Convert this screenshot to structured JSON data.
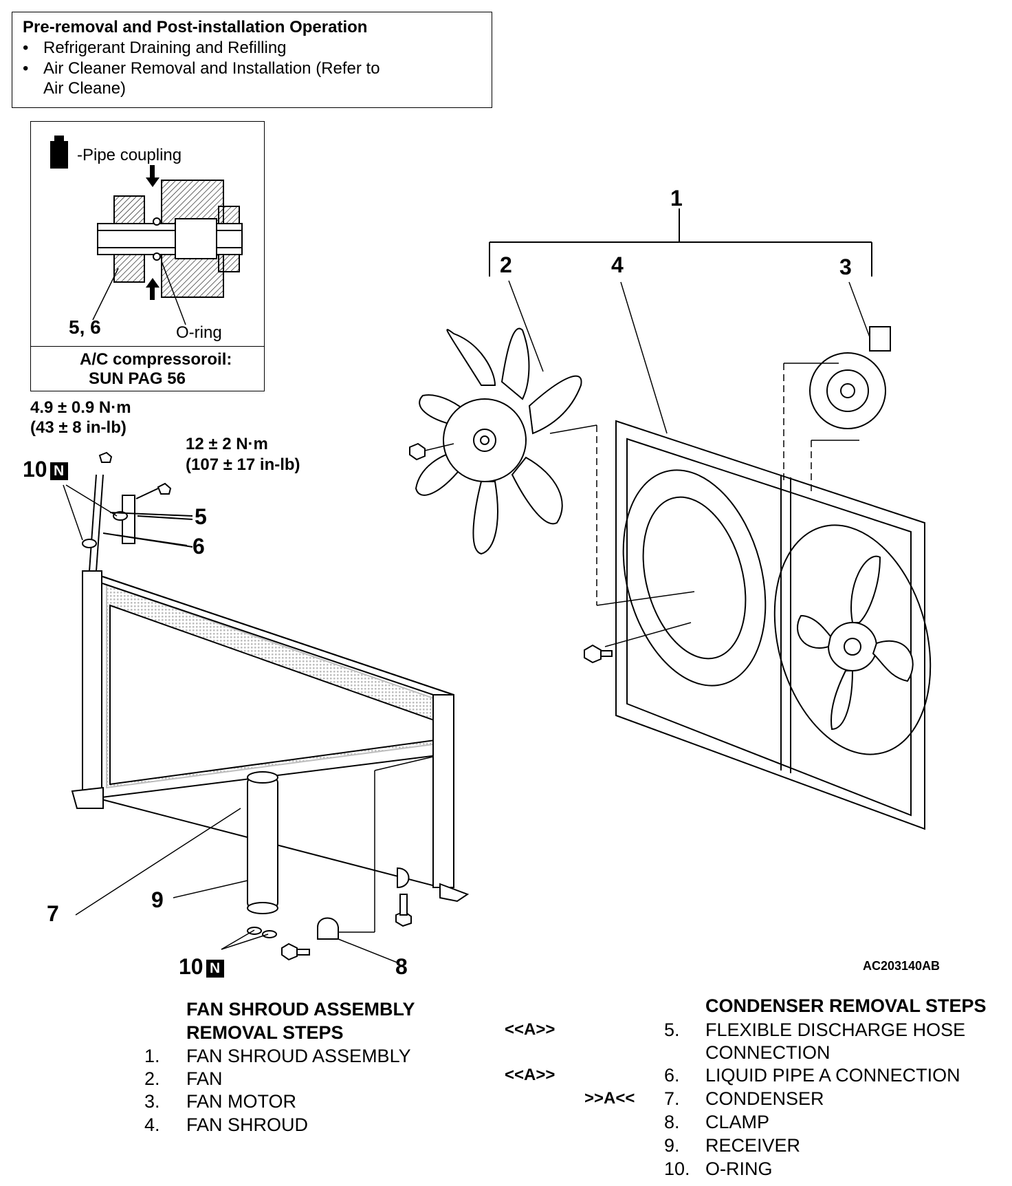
{
  "pre_removal": {
    "title": "Pre-removal and Post-installation Operation",
    "items": [
      "Refrigerant Draining and Refilling",
      "Air Cleaner Removal and Installation (Refer to"
    ],
    "item2_continuation": "Air Cleane)",
    "bullet": "•"
  },
  "inset": {
    "legend": "-Pipe coupling",
    "part_ref": "5, 6",
    "oring_label": "O-ring",
    "oil_line1": "A/C compressoroil:",
    "oil_line2": "SUN PAG 56"
  },
  "torque": {
    "t1_line1": "4.9 ± 0.9 N·m",
    "t1_line2": "(43 ± 8 in-lb)",
    "t2_line1": "12 ± 2 N·m",
    "t2_line2": "(107 ± 17 in-lb)"
  },
  "callouts": {
    "c1": "1",
    "c2": "2",
    "c3": "3",
    "c4": "4",
    "c5": "5",
    "c6": "6",
    "c7": "7",
    "c8": "8",
    "c9": "9",
    "c10a": "10",
    "c10b": "10",
    "n_mark": "N"
  },
  "figure_code": "AC203140AB",
  "fan_steps": {
    "heading_line1": "FAN SHROUD ASSEMBLY",
    "heading_line2": "REMOVAL STEPS",
    "items": [
      {
        "num": "1.",
        "label": "FAN SHROUD ASSEMBLY"
      },
      {
        "num": "2.",
        "label": "FAN"
      },
      {
        "num": "3.",
        "label": "FAN MOTOR"
      },
      {
        "num": "4.",
        "label": "FAN SHROUD"
      }
    ]
  },
  "condenser_steps": {
    "heading": "CONDENSER REMOVAL STEPS",
    "items": [
      {
        "mark": "<<A>>",
        "num": "5.",
        "label": "FLEXIBLE DISCHARGE HOSE",
        "label2": "CONNECTION"
      },
      {
        "mark": "<<A>>",
        "num": "6.",
        "label": "LIQUID PIPE A CONNECTION"
      },
      {
        "mark": ">>A<<",
        "num": "7.",
        "label": "CONDENSER"
      },
      {
        "mark": "",
        "num": "8.",
        "label": "CLAMP"
      },
      {
        "mark": "",
        "num": "9.",
        "label": "RECEIVER"
      },
      {
        "mark": "",
        "num": "10.",
        "label": "O-RING"
      }
    ]
  }
}
